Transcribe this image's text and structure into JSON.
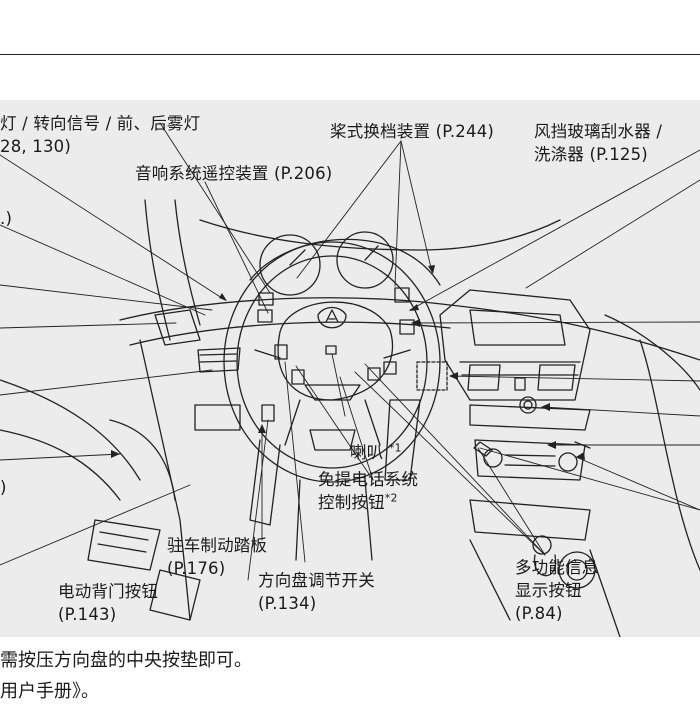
{
  "labels": {
    "lights_line1": "灯 / 转向信号 / 前、后雾灯",
    "lights_line2": "28, 130)",
    "paddle_shift": "桨式换档装置 (P.244)",
    "wiper_line1": "风挡玻璃刮水器 /",
    "wiper_line2": "洗涤器 (P.125)",
    "audio_remote": "音响系统遥控装置 (P.206)",
    "left_partial_a": ".)",
    "left_partial_b": ")",
    "horn": "喇叭",
    "horn_note": "*1",
    "handsfree_line1": "免提电话系统",
    "handsfree_line2": "控制按钮",
    "handsfree_note": "*2",
    "parking_brake_line1": "驻车制动踏板",
    "parking_brake_line2": "(P.176)",
    "steering_adjust_line1": "方向盘调节开关",
    "steering_adjust_line2": "(P.134)",
    "power_tailgate_line1": "电动背门按钮",
    "power_tailgate_line2": "(P.143)",
    "mid_line1": "多功能信息",
    "mid_line2": "显示按钮",
    "mid_line3": "(P.84)"
  },
  "body_text": {
    "line1": "需按压方向盘的中央按垫即可。",
    "line2": "用户手册》。"
  }
}
